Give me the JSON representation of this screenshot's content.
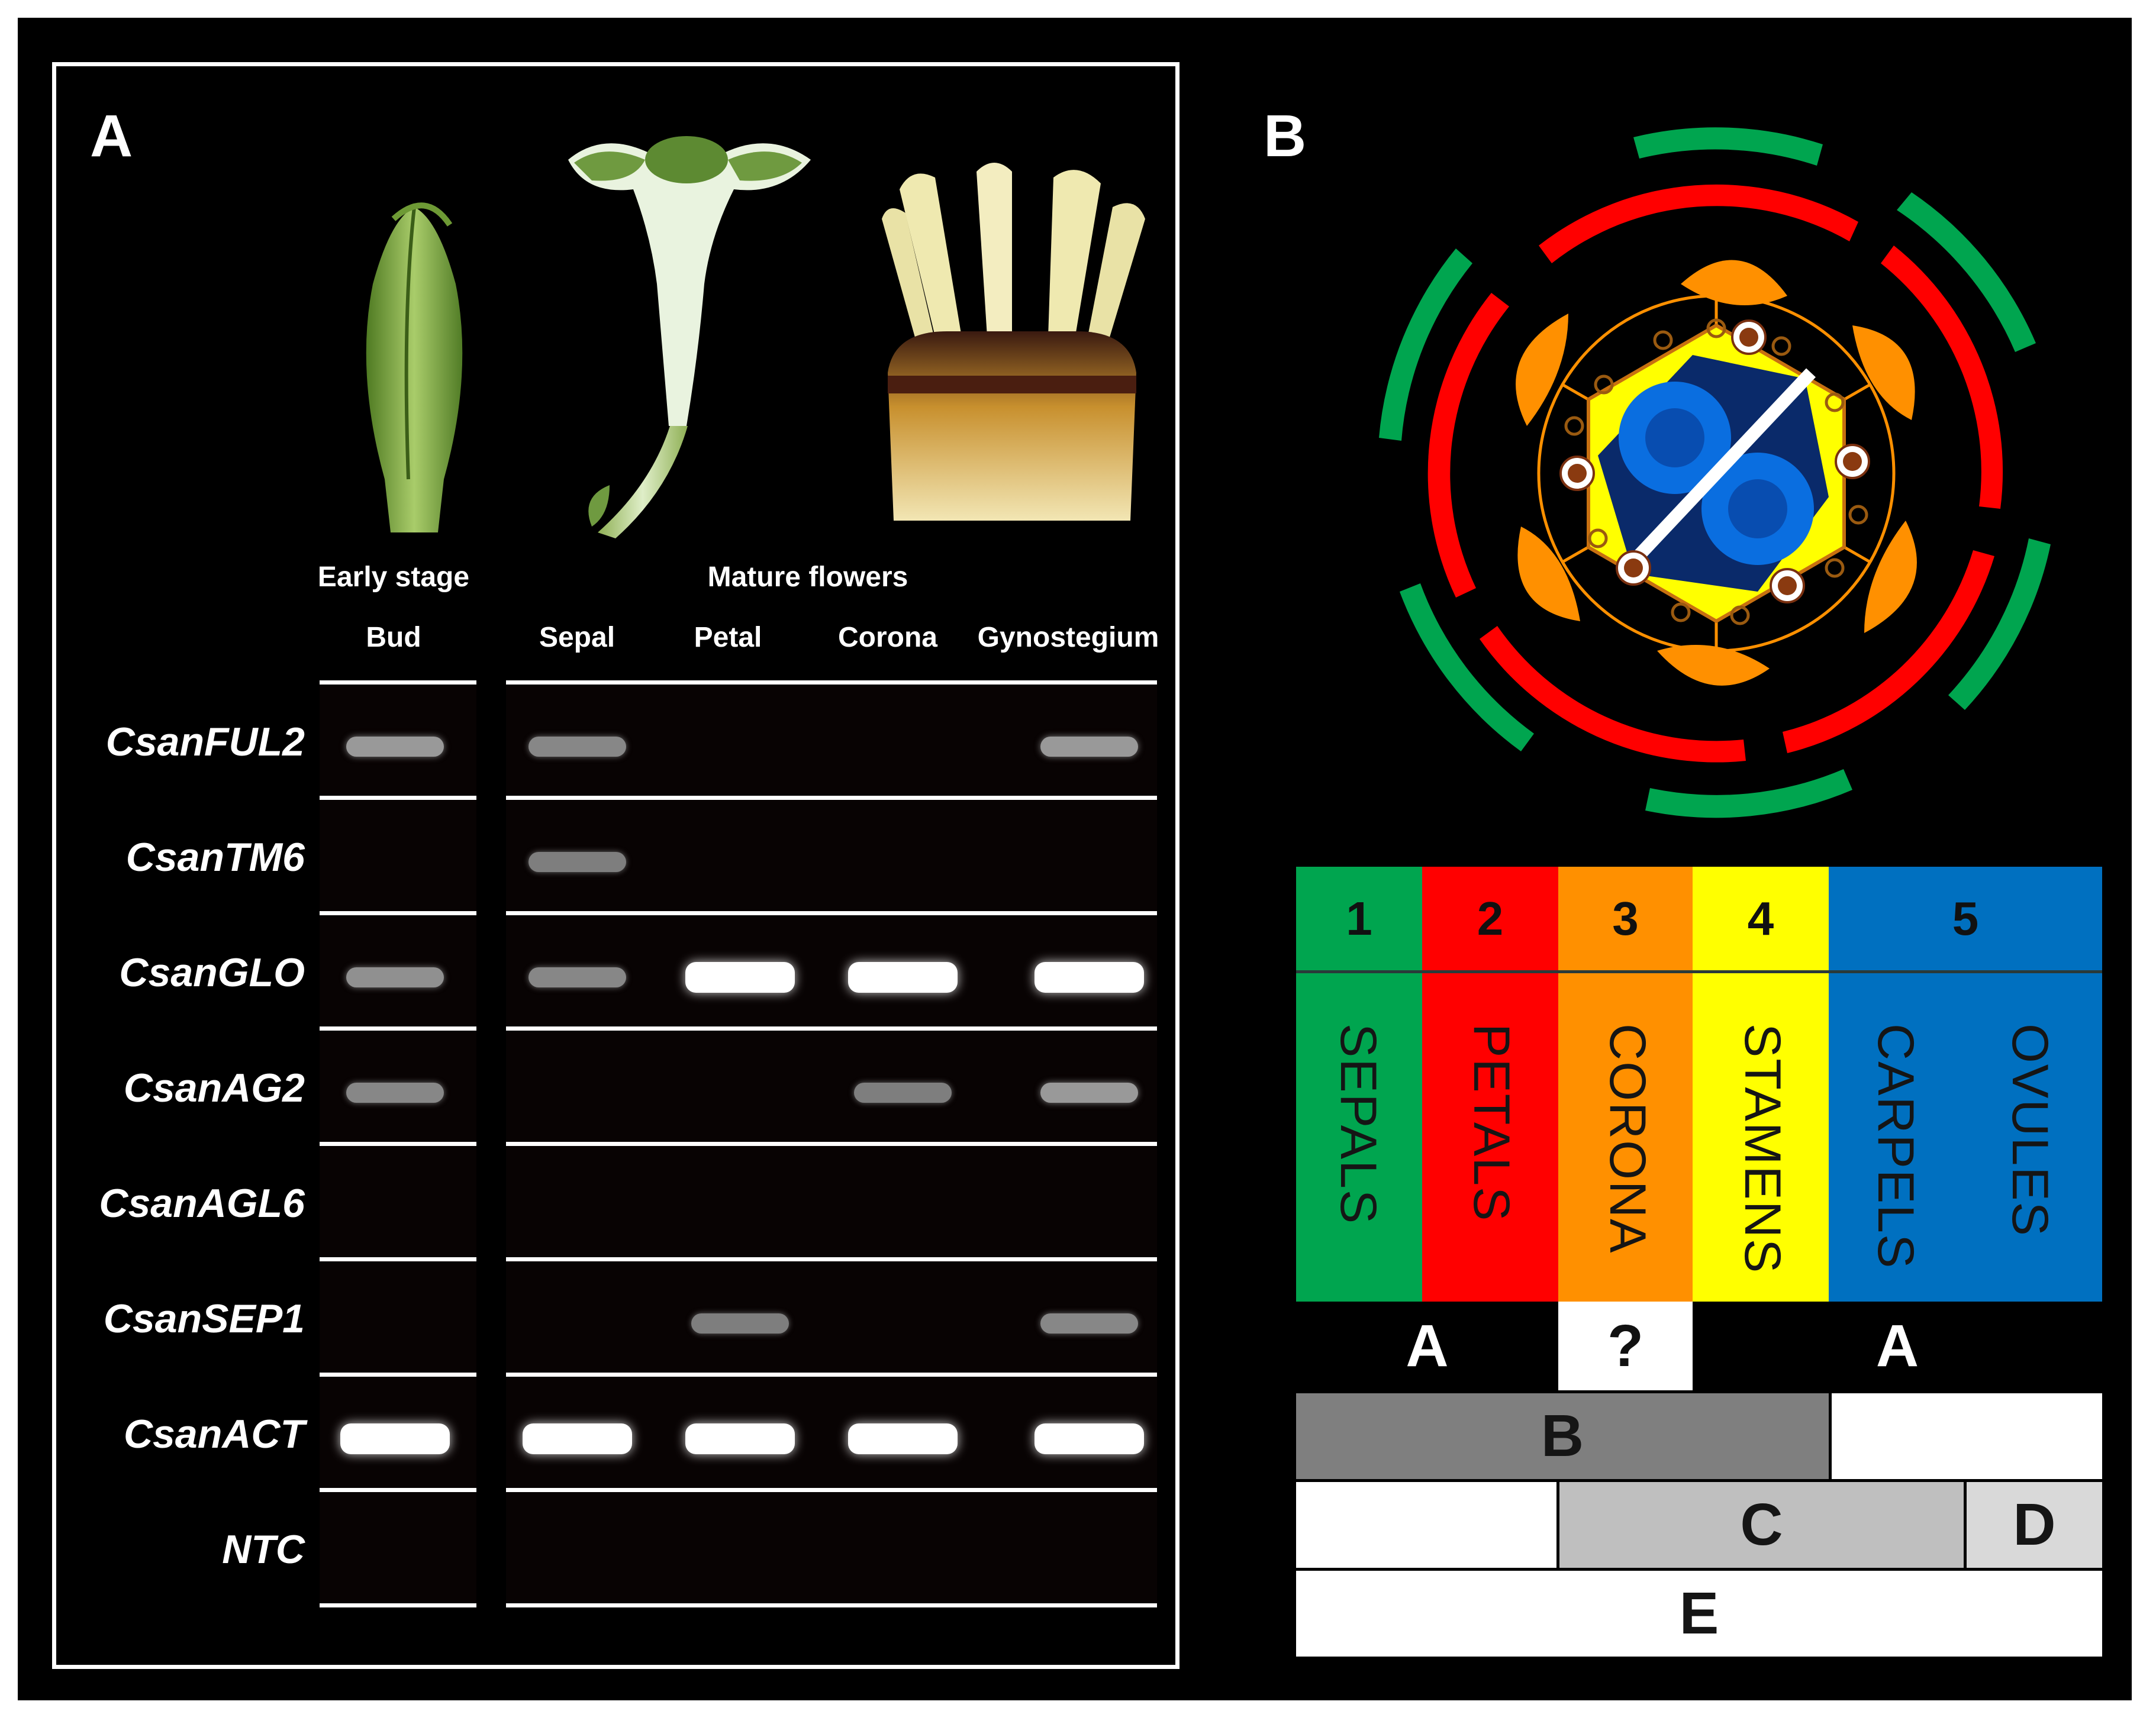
{
  "panel_a": {
    "letter": "A",
    "stage_labels": {
      "early": "Early stage",
      "mature": "Mature flowers"
    },
    "columns": [
      "Bud",
      "Sepal",
      "Petal",
      "Corona",
      "Gynostegium"
    ],
    "genes": [
      "CsanFUL2",
      "CsanTM6",
      "CsanGLO",
      "CsanAG2",
      "CsanAGL6",
      "CsanSEP1",
      "CsanACT",
      "NTC"
    ],
    "band_intensity": {
      "CsanFUL2": [
        0.45,
        0.35,
        0,
        0,
        0.45
      ],
      "CsanTM6": [
        0,
        0.3,
        0,
        0,
        0
      ],
      "CsanGLO": [
        0.4,
        0.35,
        1,
        1,
        1
      ],
      "CsanAG2": [
        0.35,
        0,
        0,
        0.3,
        0.45
      ],
      "CsanAGL6": [
        0,
        0,
        0,
        0,
        0
      ],
      "CsanSEP1": [
        0,
        0,
        0.3,
        0,
        0.35
      ],
      "CsanACT": [
        1,
        1,
        1,
        1,
        1
      ],
      "NTC": [
        0,
        0,
        0,
        0,
        0
      ]
    }
  },
  "panel_b": {
    "letter": "B",
    "whorl_numbers": [
      "1",
      "2",
      "3",
      "4",
      "5"
    ],
    "organs": [
      "SEPALS",
      "PETALS",
      "CORONA",
      "STAMENS",
      "CARPELS",
      "OVULES"
    ],
    "colors": {
      "sepals": "#00a54f",
      "petals": "#ff0000",
      "corona": "#ff9000",
      "stamens": "#ffff00",
      "carpels": "#0070c0",
      "dark_gray": "#7f7f7f",
      "light_gray": "#bfbfbf",
      "lighter_gray": "#d9d9d9"
    },
    "abcde": {
      "a1": "A",
      "q": "?",
      "a2": "A",
      "b": "B",
      "c": "C",
      "d": "D",
      "e": "E"
    }
  }
}
